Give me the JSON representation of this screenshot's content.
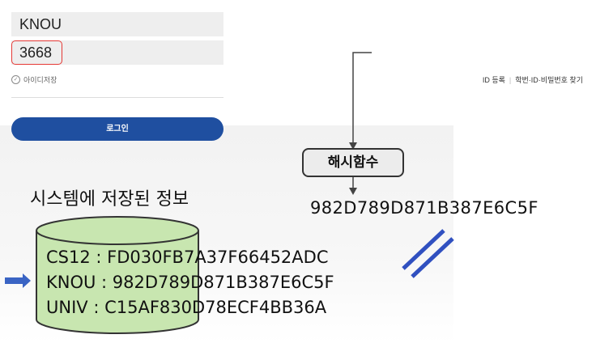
{
  "login": {
    "id_value": "KNOU",
    "password_value": "3668",
    "save_id_label": "아이디저장",
    "register_link": "ID 등록",
    "find_link": "학번·ID·비밀번호 찾기",
    "login_button": "로그인"
  },
  "hash_function_label": "해시함수",
  "hash_output": "982D789D871B387E6C5F",
  "db_title": "시스템에 저장된 정보",
  "db_rows": [
    "CS12 : FD030FB7A37F66452ADC",
    "KNOU : 982D789D871B387E6C5F",
    "UNIV : C15AF830D78ECF4BB36A"
  ],
  "colors": {
    "highlight": "#e53935",
    "login_button": "#1f4fa0",
    "db_fill": "#c8e6b0",
    "arrow_blue": "#3a64c4",
    "equal_sign": "#3050c0"
  },
  "icons": [
    "check-circle-icon",
    "arrow-icon",
    "input-arrow-icon",
    "equal-sign-icon",
    "database-cylinder-icon"
  ]
}
